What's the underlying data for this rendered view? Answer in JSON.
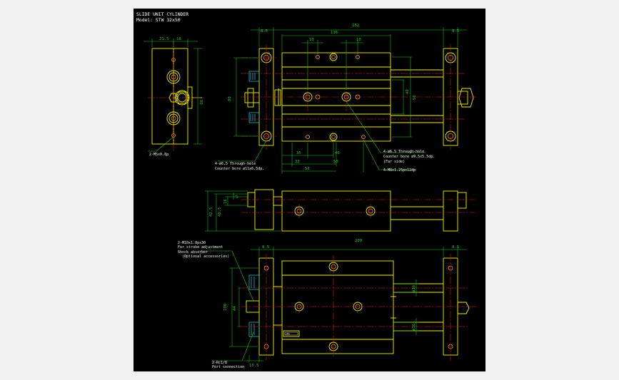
{
  "title": {
    "line1": "SLIDE UNIT CYLINDER",
    "line2": "Model: STW 32x50"
  },
  "colors": {
    "background": "#000000",
    "outline": "#f0f000",
    "dimension": "#22c522",
    "centerline": "#e02020",
    "hole": "#ff8c00",
    "hidden": "#30d0e0",
    "text": "#f2f2f2"
  },
  "end_view": {
    "dims": {
      "top_left": "21.5",
      "top_right": "18",
      "side_height": "80"
    },
    "callout_port": "2-M5x0.8p"
  },
  "top_view": {
    "dims": {
      "overall": "182",
      "between": "116",
      "left_plate": "8.5",
      "right_plate": "8.5",
      "pitch_left": "10",
      "pitch_right": "10",
      "height": "80",
      "inner_height": "56",
      "tiny_right": "40",
      "bottom_35": "35",
      "bottom_40": "40",
      "bottom_33": "33",
      "bottom_50": "50",
      "bottom_56": "56"
    },
    "notes": [
      "4-ø6.5 Through-hole",
      "Counter bore ø11x6.5dp.",
      "4-ø6.5 Through-hole",
      "Counter bore ø9.5x5.5dp.",
      "(Far side)",
      "4-M8x1.25px12dp"
    ]
  },
  "side_view": {
    "dims": {
      "h1": "42.5",
      "h2": "40.5",
      "h3": "16",
      "h4": "5"
    }
  },
  "bottom_view": {
    "dims": {
      "overall": "209",
      "left_plate": "8.5",
      "right_plate": "8.5",
      "height": "100",
      "mid": "44",
      "rod_top": "ø16",
      "rod_bottom": "ø16",
      "bottom_gap": "10.5"
    },
    "notes": [
      "2-M10x1.0px30",
      "For stroke adjustment",
      "Shock absorber",
      "(Optional accessories)",
      "2-Rc1/8",
      "Port connection"
    ],
    "plate_label": "SMC"
  }
}
